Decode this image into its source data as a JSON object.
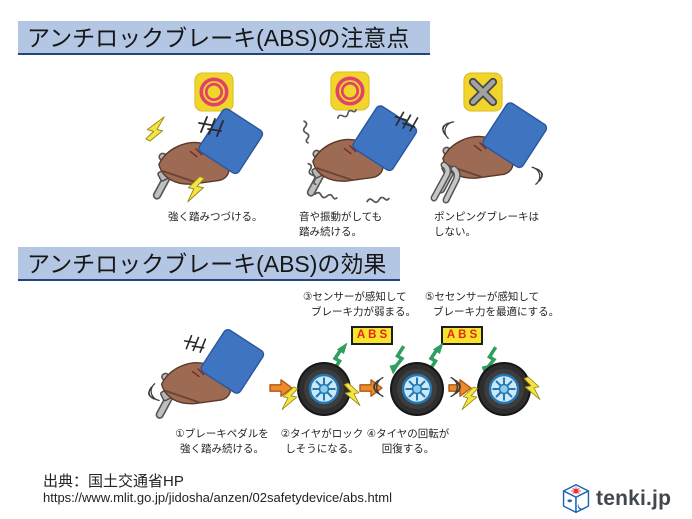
{
  "headers": {
    "caution": "アンチロックブレーキ(ABS)の注意点",
    "effect": "アンチロックブレーキ(ABS)の効果"
  },
  "caution": {
    "items": [
      {
        "symbol": "ok-double-circle",
        "line1": "強く踏みつづける。",
        "line2": ""
      },
      {
        "symbol": "ok-double-circle",
        "line1": "音や振動がしても",
        "line2": "踏み続ける。"
      },
      {
        "symbol": "ng-cross",
        "line1": "ポンピングブレーキは",
        "line2": "しない。"
      }
    ]
  },
  "effect": {
    "abs_label": "ABS",
    "labels": {
      "step3": {
        "line1": "③センサーが感知して",
        "line2": "ブレーキ力が弱まる。"
      },
      "step5": {
        "line1": "⑤セセンサーが感知して",
        "line2": "ブレーキ力を最適にする。"
      }
    },
    "captions": {
      "step1": {
        "line1": "①ブレーキペダルを",
        "line2": "強く踏み続ける。"
      },
      "step2": {
        "line1": "②タイヤがロック",
        "line2": "しそうになる。"
      },
      "step4": {
        "line1": "④タイヤの回転が",
        "line2": "回復する。"
      }
    }
  },
  "footer": {
    "source": "出典：国土交通省HP",
    "url": "https://www.mlit.go.jp/jidosha/anzen/02safetydevice/abs.html"
  },
  "logo": {
    "text": "tenki.jp"
  },
  "icons": {
    "ok_symbol": "double-circle-on-yellow-square",
    "ng_symbol": "gray-cross-on-yellow-square",
    "pedal_foot": "foot-pressing-brake-pedal",
    "tire": "tire-with-blue-rim",
    "flow_arrow": "orange-right-arrow",
    "signal_arrow": "green-zigzag-arrow",
    "lock_spark": "yellow-lightning-bolt",
    "vibration": "vibration-arcs",
    "brand": "tenki-jp-cube-logo"
  },
  "colors": {
    "header_bg": "#b3c6e3",
    "header_border": "#24457e",
    "symbol_yellow": "#f2d52b",
    "ring_red": "#e14368",
    "cross_gray": "#a2a2a2",
    "shoe_brown": "#9d6a53",
    "pant_blue": "#3e74c0",
    "pedal_gray": "#b5b5b5",
    "tire_dark": "#2e2e2e",
    "rim_blue": "#2277b5",
    "abs_box_bg": "#f7e42b",
    "abs_text_red": "#e02818",
    "arrow_orange": "#ec8a2e",
    "zigzag_green": "#2f9e5f",
    "bolt_yellow": "#f3e343",
    "logo_blue": "#1a66b3",
    "logo_red": "#e8342c",
    "logo_text": "#40474e"
  }
}
